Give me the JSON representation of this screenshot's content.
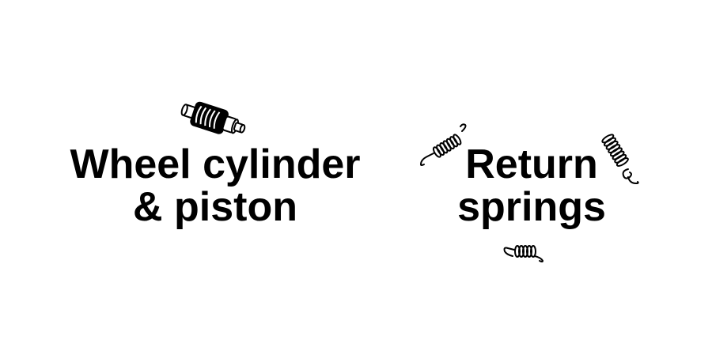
{
  "left_item": {
    "title_line1": "Wheel cylinder",
    "title_line2": "& piston",
    "icon": "wheel-cylinder-icon"
  },
  "right_item": {
    "title_line1": "Return",
    "title_line2": "springs",
    "icons": [
      "return-spring-icon",
      "return-spring-icon",
      "return-spring-icon"
    ]
  },
  "colors": {
    "background": "#ffffff",
    "foreground": "#000000"
  }
}
